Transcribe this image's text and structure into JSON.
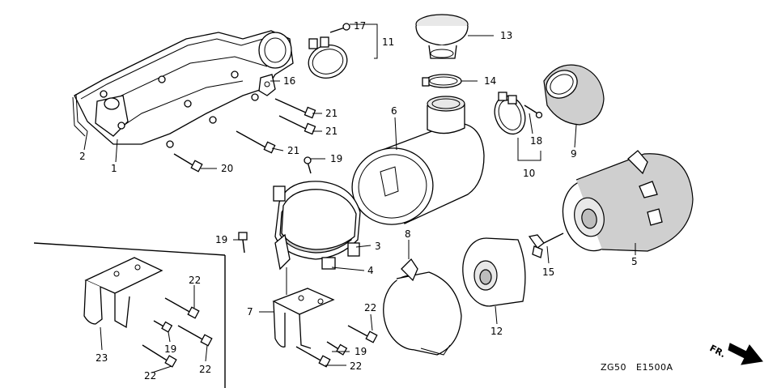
{
  "callouts": {
    "c1": "1",
    "c2": "2",
    "c3": "3",
    "c4": "4",
    "c5": "5",
    "c6": "6",
    "c7": "7",
    "c8": "8",
    "c9": "9",
    "c10": "10",
    "c11": "11",
    "c12": "12",
    "c13": "13",
    "c14": "14",
    "c15": "15",
    "c16": "16",
    "c17": "17",
    "c18": "18",
    "c19a": "19",
    "c19b": "19",
    "c19c": "19",
    "c19d": "19",
    "c20": "20",
    "c21a": "21",
    "c21b": "21",
    "c21c": "21",
    "c22a": "22",
    "c22b": "22",
    "c22c": "22",
    "c22d": "22",
    "c22e": "22",
    "c23": "23"
  },
  "direction_marker": "FR.",
  "footer": {
    "model_code": "ZG50",
    "figure_code": "E1500A"
  }
}
